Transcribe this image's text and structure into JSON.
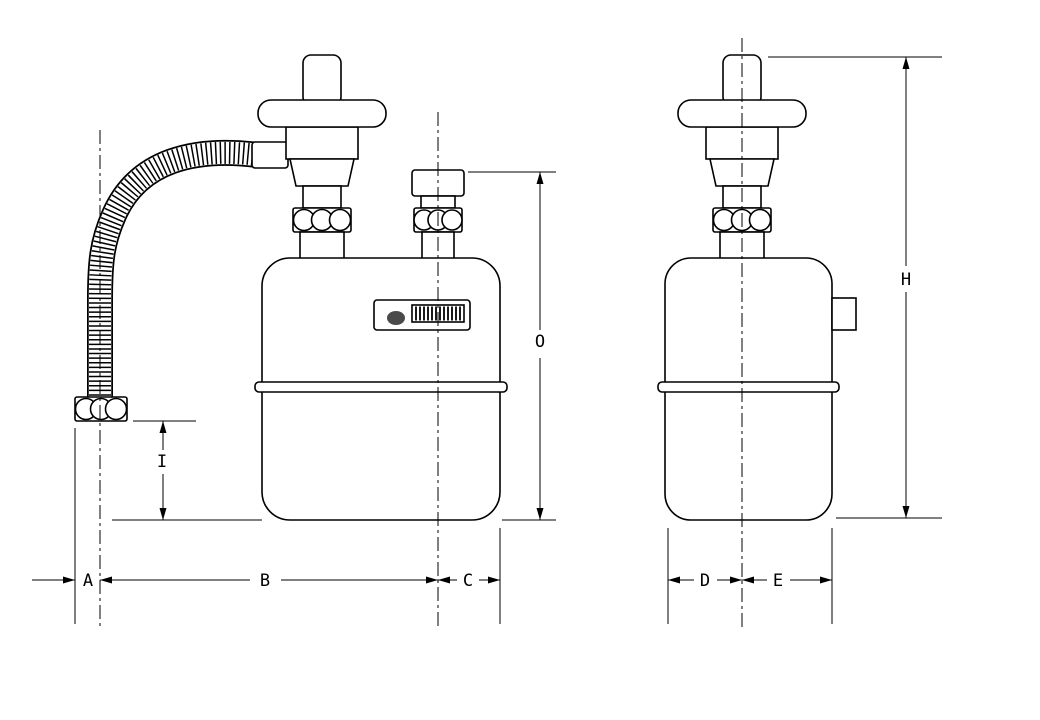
{
  "page": {
    "background": "#ffffff",
    "line_color": "#000000",
    "indicator_color": "#4a4a4a"
  },
  "labels": {
    "A": "A",
    "B": "B",
    "C": "C",
    "D": "D",
    "E": "E",
    "H": "H",
    "I": "I",
    "O": "O"
  }
}
